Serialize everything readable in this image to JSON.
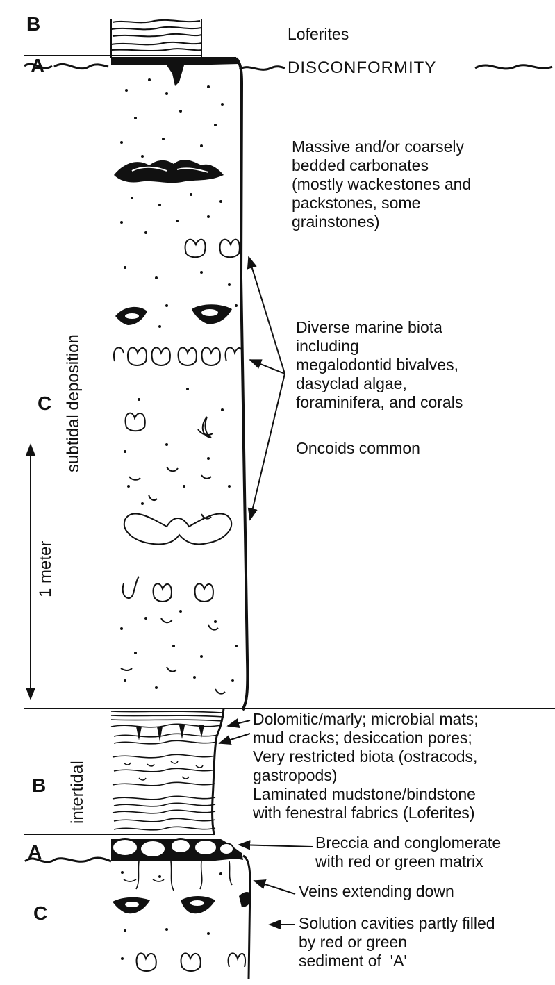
{
  "units": {
    "upper_B": "B",
    "upper_A": "A",
    "C_main": "C",
    "B_lower": "B",
    "A_lower": "A",
    "C_lower": "C"
  },
  "zones": {
    "subtidal": "subtidal deposition",
    "intertidal": "intertidal"
  },
  "scale": {
    "label": "1 meter"
  },
  "annotations": {
    "loferites_top": "Loferites",
    "disconformity": "DISCONFORMITY",
    "massive": "Massive and/or coarsely\nbedded carbonates\n(mostly wackestones and\npackstones, some\ngrainstones)",
    "biota": "Diverse marine biota\nincluding\nmegalodontid bivalves,\ndasyclad algae,\nforaminifera, and corals",
    "oncoids": "Oncoids common",
    "dolomitic": "Dolomitic/marly; microbial mats;\nmud cracks; desiccation pores;\nVery restricted biota (ostracods,\ngastropods)\nLaminated mudstone/bindstone\nwith fenestral fabrics (Loferites)",
    "breccia": "Breccia and conglomerate\nwith red or green matrix",
    "veins": "Veins extending down",
    "solution": "Solution cavities partly filled\nby red or green\nsediment of  'A'"
  },
  "colors": {
    "ink": "#111111",
    "background": "#ffffff"
  }
}
